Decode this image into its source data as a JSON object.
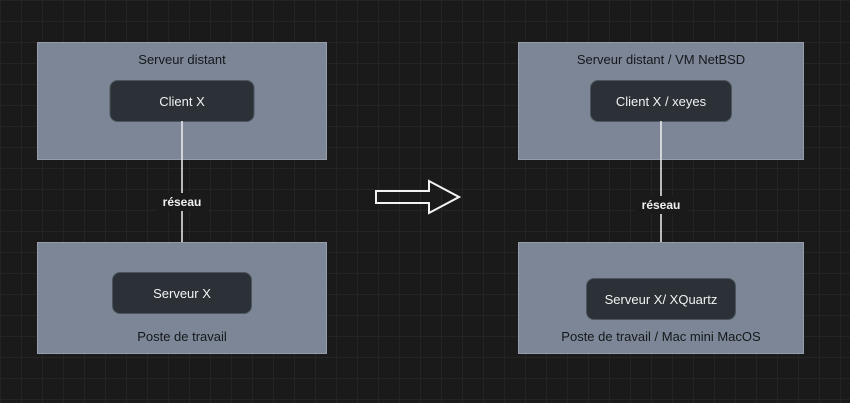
{
  "colors": {
    "background": "#1a1a1a",
    "grid_line": "#242424",
    "container_fill": "#7c8696",
    "container_border": "#959dab",
    "container_text": "#15181c",
    "node_fill": "#2b3137",
    "node_border": "#4d565f",
    "node_text": "#f2f2f2",
    "arrow": "#efefef"
  },
  "left_diagram": {
    "remote_server_title": "Serveur distant",
    "client_node": "Client X",
    "network_label": "réseau",
    "server_node": "Serveur X",
    "workstation_title": "Poste de travail"
  },
  "right_diagram": {
    "remote_server_title": "Serveur distant / VM NetBSD",
    "client_node": "Client X / xeyes",
    "network_label": "réseau",
    "server_node": "Serveur X/ XQuartz",
    "workstation_title": "Poste de travail / Mac mini MacOS"
  }
}
